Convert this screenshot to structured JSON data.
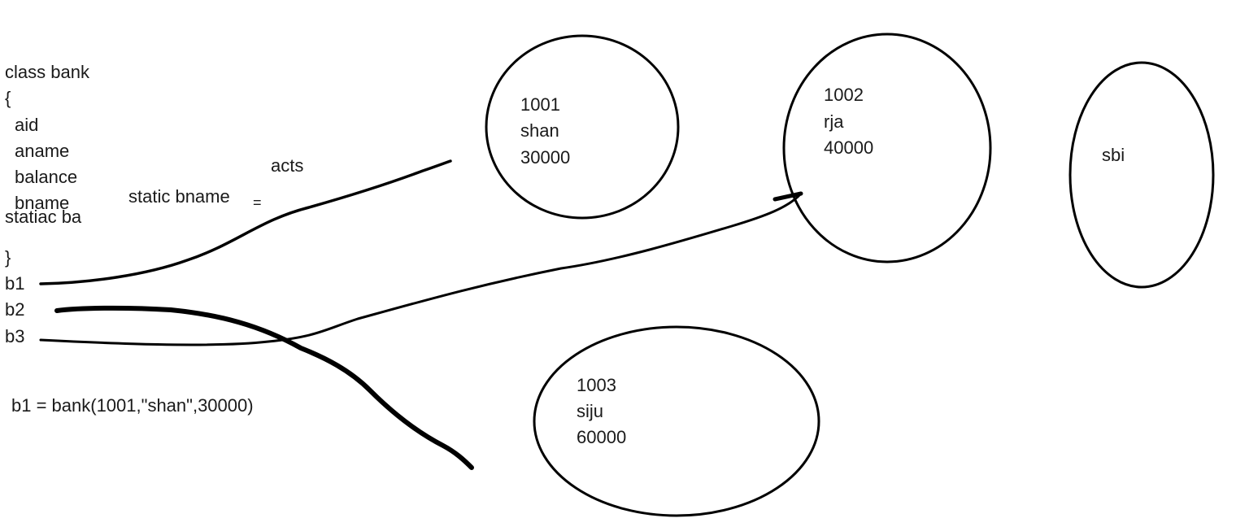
{
  "class_def": {
    "header": "class bank",
    "open_brace": "{",
    "fields": [
      "aid",
      "aname",
      "balance",
      "bname"
    ],
    "static_line": "statiac ba",
    "close_brace": "}"
  },
  "references": [
    "b1",
    "b2",
    "b3"
  ],
  "constructor_call": "b1 = bank(1001,\"shan\",30000)",
  "static_note": {
    "label": "static bname",
    "equals": "=",
    "value": "acts"
  },
  "objects": [
    {
      "aid": "1001",
      "aname": "shan",
      "balance": "30000"
    },
    {
      "aid": "1002",
      "aname": "rja",
      "balance": "40000"
    },
    {
      "aid": "1003",
      "aname": "siju",
      "balance": "60000"
    }
  ],
  "shared_object": {
    "label": "sbi"
  },
  "colors": {
    "ink": "#000000",
    "text": "#1a1a1a",
    "background": "#ffffff"
  }
}
